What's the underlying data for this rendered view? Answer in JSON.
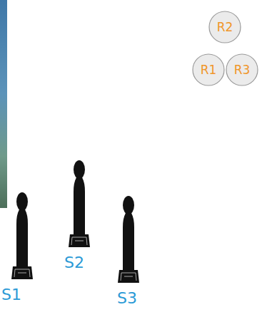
{
  "diagram": {
    "nodes": [
      {
        "text": [
          "R2"
        ]
      },
      {
        "text": [
          "R1"
        ]
      },
      {
        "text": [
          "R3"
        ]
      },
      {
        "text": [
          "S2"
        ]
      },
      {
        "text": [
          "S1"
        ]
      },
      {
        "text": [
          "S3"
        ]
      }
    ]
  }
}
